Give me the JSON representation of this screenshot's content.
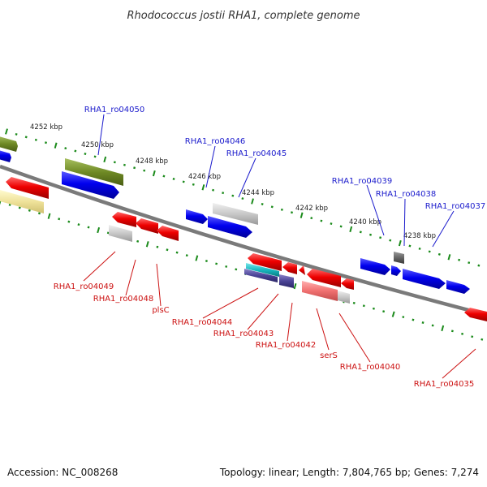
{
  "title": "Rhodococcus jostii RHA1, complete genome",
  "footer": {
    "accession": "Accession: NC_008268",
    "summary": "Topology: linear; Length: 7,804,765 bp; Genes: 7,274"
  },
  "colors": {
    "forward_gene": "#0a0ae6",
    "reverse_gene": "#e60a0a",
    "forward_label": "#1a1acc",
    "reverse_label": "#cc1111",
    "backbone": "#7a7a7a",
    "tick_major": "#1a8a1a",
    "tick_minor": "#1a8a1a"
  },
  "ticks": [
    "4238 kbp",
    "4240 kbp",
    "4242 kbp",
    "4244 kbp",
    "4246 kbp",
    "4248 kbp",
    "4250 kbp",
    "4252 kbp"
  ],
  "gene_labels": [
    {
      "text": "RHA1_ro04050",
      "strand": "fwd"
    },
    {
      "text": "RHA1_ro04046",
      "strand": "fwd"
    },
    {
      "text": "RHA1_ro04045",
      "strand": "fwd"
    },
    {
      "text": "RHA1_ro04039",
      "strand": "fwd"
    },
    {
      "text": "RHA1_ro04038",
      "strand": "fwd"
    },
    {
      "text": "RHA1_ro04037",
      "strand": "fwd"
    },
    {
      "text": "RHA1_ro04049",
      "strand": "rev"
    },
    {
      "text": "RHA1_ro04048",
      "strand": "rev"
    },
    {
      "text": "plsC",
      "strand": "rev"
    },
    {
      "text": "RHA1_ro04044",
      "strand": "rev"
    },
    {
      "text": "RHA1_ro04043",
      "strand": "rev"
    },
    {
      "text": "RHA1_ro04042",
      "strand": "rev"
    },
    {
      "text": "serS",
      "strand": "rev"
    },
    {
      "text": "RHA1_ro04040",
      "strand": "rev"
    },
    {
      "text": "RHA1_ro04035",
      "strand": "rev"
    }
  ]
}
